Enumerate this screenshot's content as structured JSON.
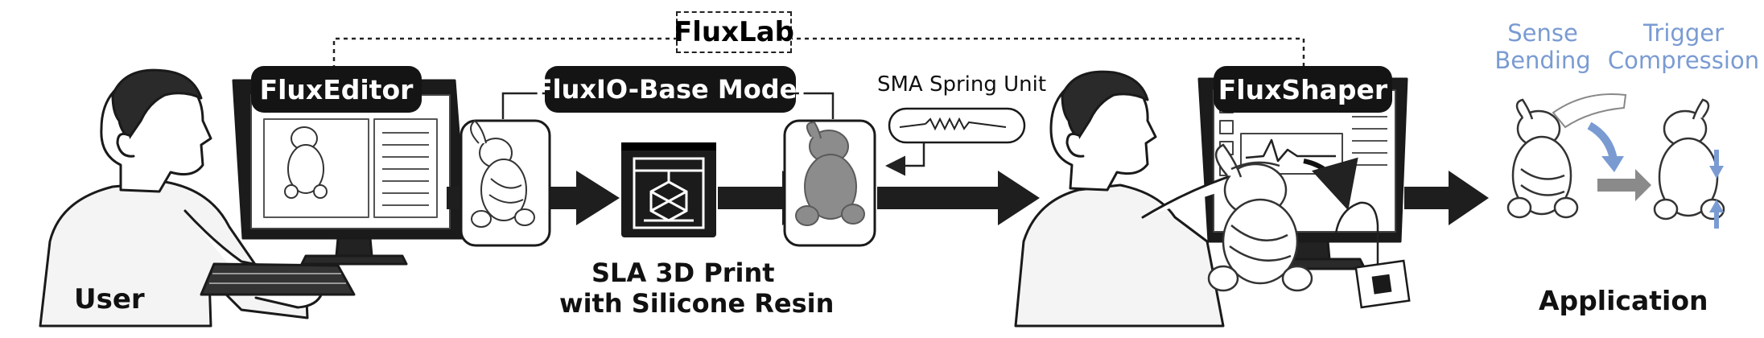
{
  "system_title": "FluxLab",
  "stages": {
    "editor": "FluxEditor",
    "base_model": "FluxIO-Base Model",
    "shaper": "FluxShaper"
  },
  "labels": {
    "user": "User",
    "print_line1": "SLA 3D Print",
    "print_line2": "with Silicone Resin",
    "sma_spring": "SMA Spring Unit",
    "application": "Application",
    "sense_line1": "Sense",
    "sense_line2": "Bending",
    "trigger_line1": "Trigger",
    "trigger_line2": "Compression"
  },
  "colors": {
    "ink": "#141414",
    "accent_blue": "#7a9bd2",
    "arrow_gray": "#8a8a8a"
  }
}
